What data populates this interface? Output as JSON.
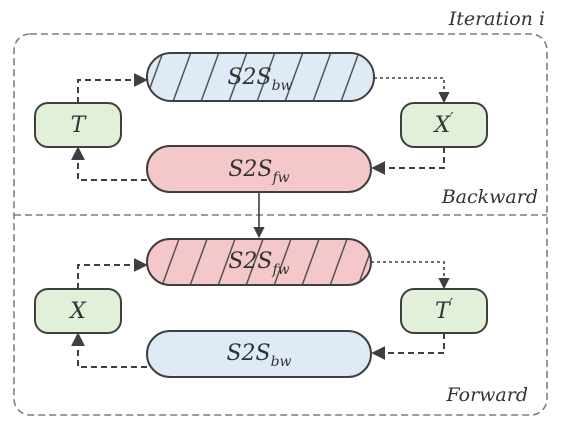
{
  "colors": {
    "blue_fill": "#deebf7",
    "red_fill": "#f4c7cb",
    "green_fill": "#e2f0d9",
    "stroke": "#3f3f3f",
    "frame": "#7f7f7f",
    "text": "#333333"
  },
  "labels": {
    "iteration": "Iteration i",
    "backward": "Backward",
    "forward": "Forward"
  },
  "backward": {
    "top_model": {
      "base": "S2S",
      "sub": "bw",
      "hatched": true
    },
    "bottom_model": {
      "base": "S2S",
      "sub": "fw",
      "hatched": false
    },
    "left_node": {
      "base": "T",
      "prime": ""
    },
    "right_node": {
      "base": "X",
      "prime": "′"
    }
  },
  "forward": {
    "top_model": {
      "base": "S2S",
      "sub": "fw",
      "hatched": true
    },
    "bottom_model": {
      "base": "S2S",
      "sub": "bw",
      "hatched": false
    },
    "left_node": {
      "base": "X",
      "prime": ""
    },
    "right_node": {
      "base": "T",
      "prime": "′"
    }
  }
}
